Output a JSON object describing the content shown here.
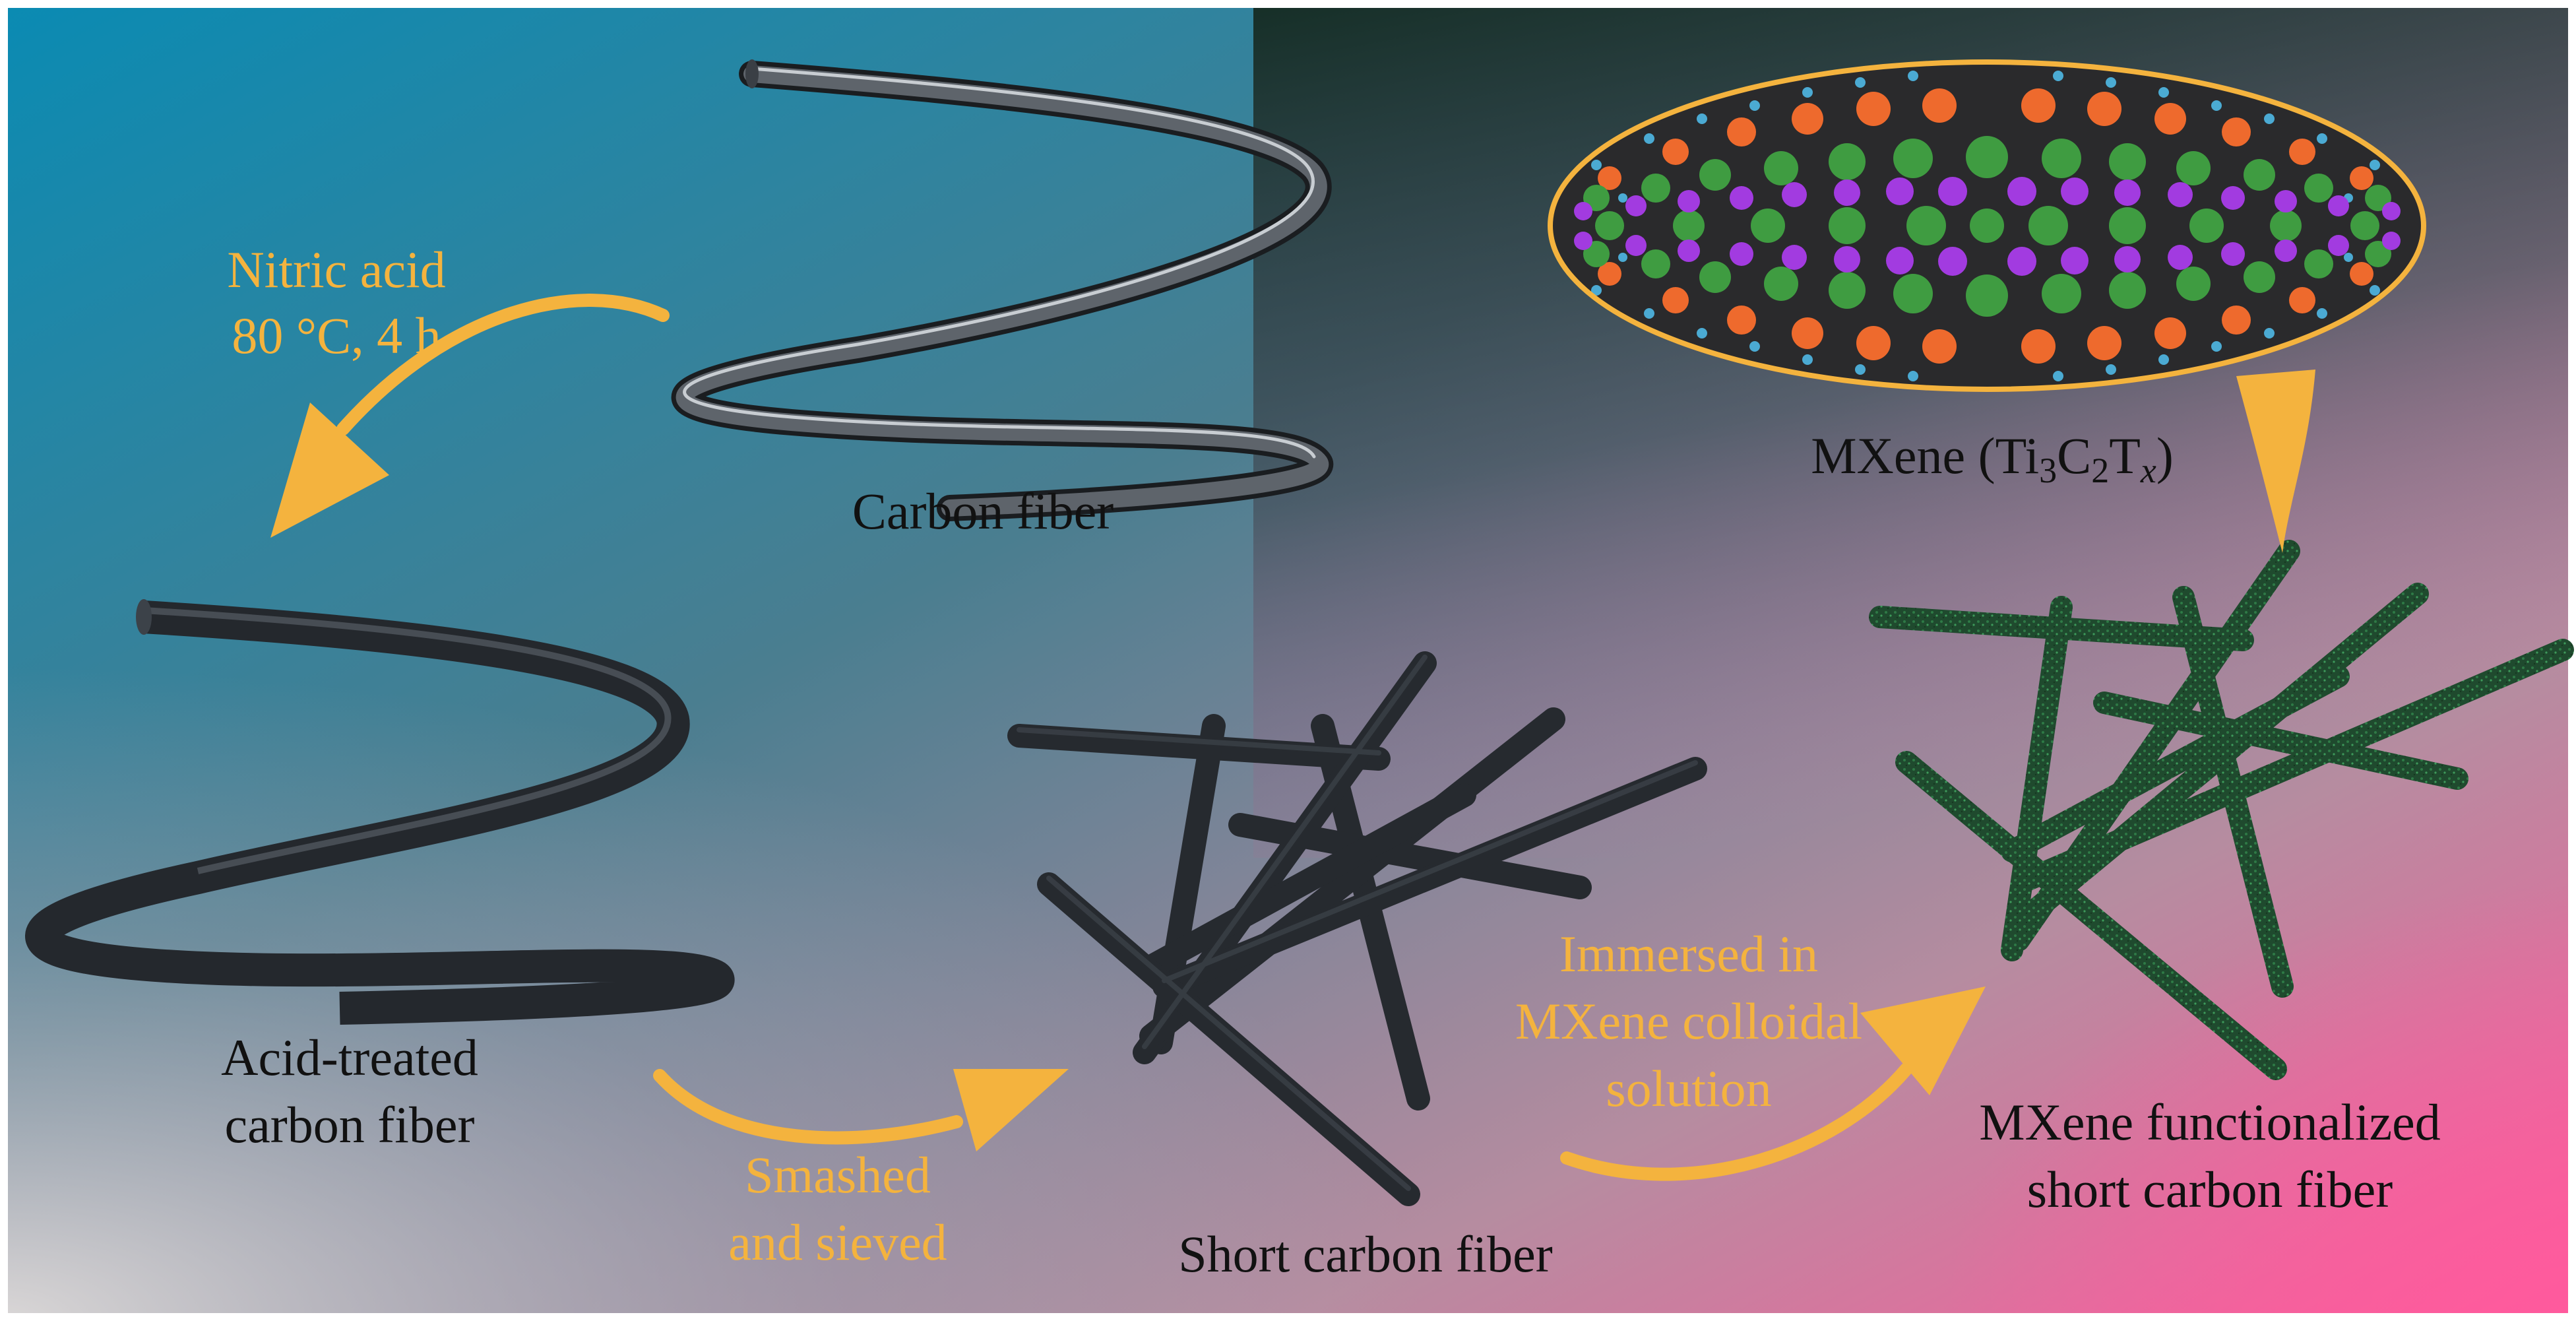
{
  "labels": {
    "carbon_fiber": "Carbon fiber",
    "acid_line1": "Acid-treated",
    "acid_line2": "carbon fiber",
    "short_fiber": "Short carbon fiber",
    "func_line1": "MXene functionalized",
    "func_line2": "short carbon fiber",
    "mxene_prefix": "MXene (Ti",
    "mxene_sub1": "3",
    "mxene_c": "C",
    "mxene_sub2": "2",
    "mxene_t": "T",
    "mxene_subx": "x",
    "mxene_suffix": ")"
  },
  "steps": {
    "step1_line1": "Nitric acid",
    "step1_line2": "80 °C, 4 h",
    "step2_line1": "Smashed",
    "step2_line2": "and sieved",
    "step3_line1": "Immersed in",
    "step3_line2": "MXene colloidal",
    "step3_line3": "solution"
  },
  "colors": {
    "background_teal": "#0E8DB4",
    "background_dark": "#1C2A22",
    "background_pink": "#FF5A9C",
    "background_grey": "#D6D4D6",
    "arrow_orange": "#F4B33E",
    "fiber_dark": "#2A2E33",
    "fiber_green": "#1E5A34",
    "atom_purple": "#A23BE0",
    "atom_green": "#3F9C41",
    "atom_orange": "#EE6A2D",
    "atom_blue": "#4FB9E6"
  }
}
